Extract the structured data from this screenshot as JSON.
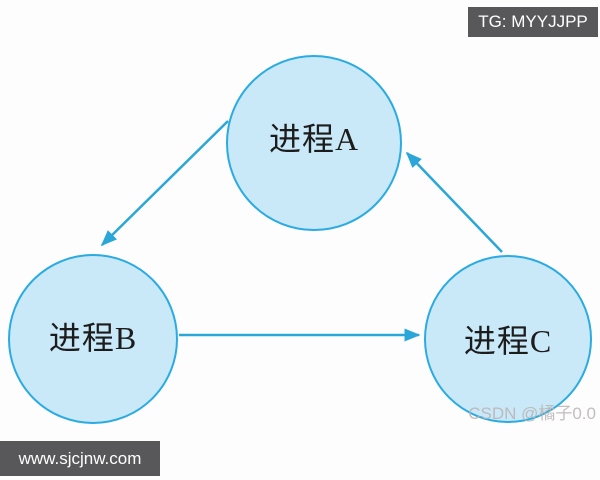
{
  "diagram": {
    "title": "process-circular-wait-diagram",
    "nodes": [
      {
        "id": "A",
        "label": "进程A"
      },
      {
        "id": "B",
        "label": "进程B"
      },
      {
        "id": "C",
        "label": "进程C"
      }
    ],
    "edges": [
      {
        "from": "进程A",
        "to": "进程B",
        "direction": "A->B"
      },
      {
        "from": "进程B",
        "to": "进程C",
        "direction": "B->C"
      },
      {
        "from": "进程C",
        "to": "进程A",
        "direction": "C->A"
      }
    ]
  },
  "overlays": {
    "tg_badge": "TG: MYYJJPP",
    "site_url": "www.sjcjnw.com",
    "watermark": "CSDN @橘子0.0"
  },
  "colors": {
    "node_fill": "#c9e9f8",
    "node_border": "#2aabe2",
    "arrow": "#2aa7d8",
    "badge_bg": "#58585a",
    "badge_text": "#ffffff",
    "label_text": "#1c1c1c",
    "watermark_text": "#bab2b1",
    "background": "#fdfdfd"
  }
}
